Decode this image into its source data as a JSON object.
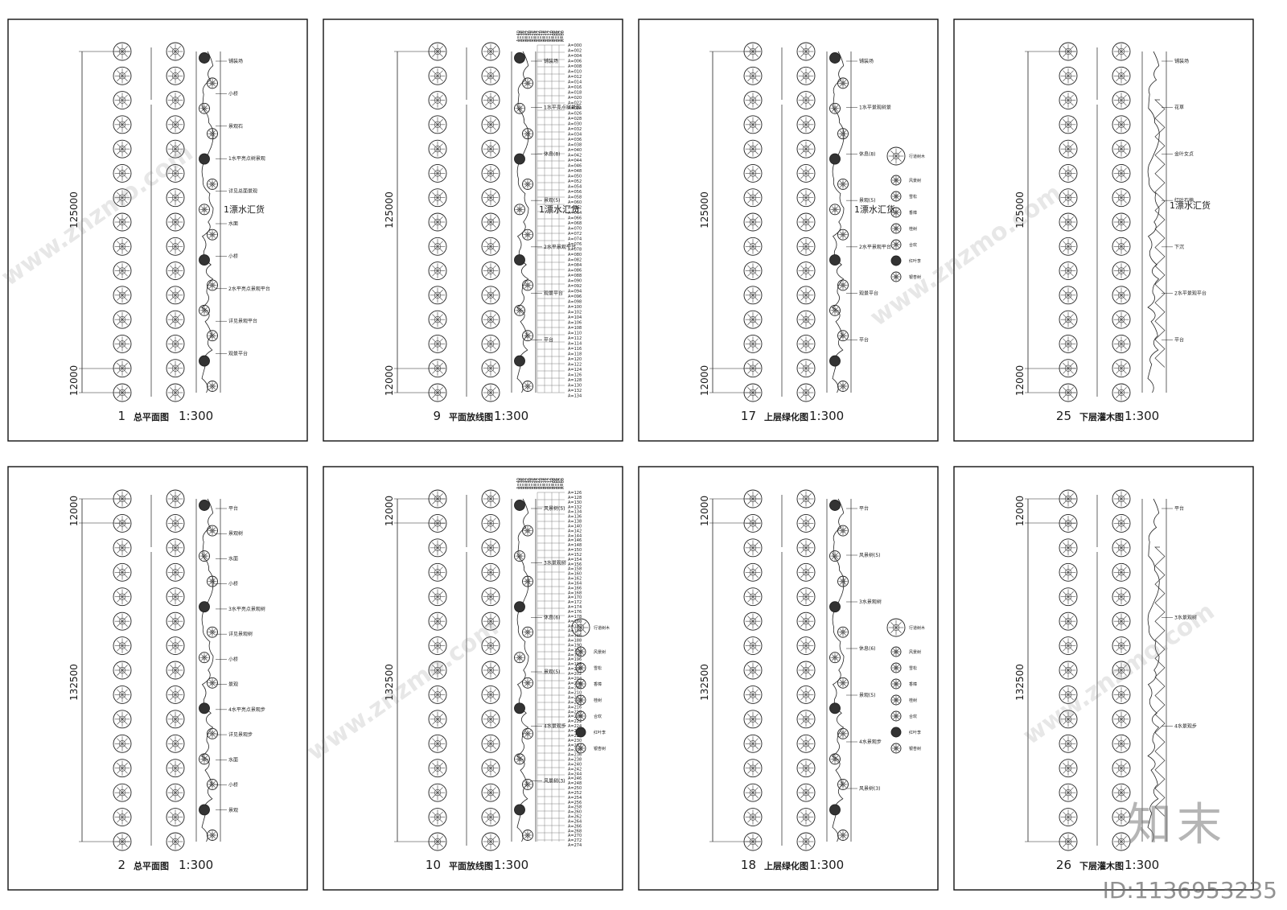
{
  "watermark": {
    "site": "www.znzmo.com",
    "brand": "知末",
    "id": "ID:1136953235"
  },
  "panels": [
    {
      "num": "1",
      "title": "总平面图",
      "scale": "1:300",
      "dim_big": "125000",
      "dim_small": "12000",
      "dim_small_pos": "bottom",
      "big_label": "1漂水汇货",
      "variant": "plan",
      "labels": [
        "铺装场",
        "小桥",
        "景观石",
        "1水平亮点树景观",
        "详见总面景观",
        "水面",
        "小桥",
        "2水平亮点景观平台",
        "详见景观平台",
        "观景平台"
      ]
    },
    {
      "num": "9",
      "title": "平面放线图",
      "scale": "1:300",
      "dim_big": "125000",
      "dim_small": "12000",
      "dim_small_pos": "bottom",
      "big_label": "1漂水汇货",
      "variant": "grid",
      "labels": [
        "铺装场",
        "1水平亮点树景观",
        "休息(8)",
        "景观(5)",
        "2水平景观平台",
        "观景平台",
        "平台"
      ],
      "grid_top": [
        "A=40",
        "A=38",
        "A=36",
        "A=34",
        "A=32",
        "A=30",
        "A=28",
        "A=26",
        "A=24",
        "A=22",
        "A=20",
        "A=18",
        "A=16",
        "A=14",
        "A=12",
        "A=10",
        "A=08",
        "A=06",
        "A=04",
        "A=02",
        "A=00"
      ],
      "grid_right": [
        "A=000",
        "A=002",
        "A=004",
        "A=006",
        "A=008",
        "A=010",
        "A=012",
        "A=014",
        "A=016",
        "A=018",
        "A=020",
        "A=022",
        "A=024",
        "A=026",
        "A=028",
        "A=030",
        "A=032",
        "A=034",
        "A=036",
        "A=038",
        "A=040",
        "A=042",
        "A=044",
        "A=046",
        "A=048",
        "A=050",
        "A=052",
        "A=054",
        "A=056",
        "A=058",
        "A=060",
        "A=062",
        "A=064",
        "A=066",
        "A=068",
        "A=070",
        "A=072",
        "A=074",
        "A=076",
        "A=078",
        "A=080",
        "A=082",
        "A=084",
        "A=086",
        "A=088",
        "A=090",
        "A=092",
        "A=094",
        "A=096",
        "A=098",
        "A=100",
        "A=102",
        "A=104",
        "A=106",
        "A=108",
        "A=110",
        "A=112",
        "A=114",
        "A=116",
        "A=118",
        "A=120",
        "A=122",
        "A=124",
        "A=126",
        "A=128",
        "A=130",
        "A=132",
        "A=134"
      ]
    },
    {
      "num": "17",
      "title": "上层绿化图",
      "scale": "1:300",
      "dim_big": "125000",
      "dim_small": "12000",
      "dim_small_pos": "bottom",
      "big_label": "1漂水汇货",
      "variant": "green",
      "labels": [
        "铺装场",
        "1水平景观树景",
        "休息(8)",
        "景观(5)",
        "2水平景观平台",
        "观景平台",
        "平台"
      ],
      "legend": [
        "行道树木",
        "风景树",
        "雪松",
        "香樟",
        "桂树",
        "合欢",
        "红叶李",
        "银杏树"
      ]
    },
    {
      "num": "25",
      "title": "下层灌木图",
      "scale": "1:300",
      "dim_big": "125000",
      "dim_small": "12000",
      "dim_small_pos": "bottom",
      "big_label": "1漂水汇货",
      "variant": "shrub",
      "labels": [
        "铺装场",
        "花草",
        "金叶女贞",
        "红叶石楠",
        "下沉",
        "2水平景观平台",
        "平台"
      ]
    },
    {
      "num": "2",
      "title": "总平面图",
      "scale": "1:300",
      "dim_big": "132500",
      "dim_small": "12000",
      "dim_small_pos": "top",
      "big_label": "",
      "variant": "plan2",
      "labels": [
        "平台",
        "景观树",
        "水面",
        "小桥",
        "3水平亮点景观树",
        "详见景观树",
        "小桥",
        "景观",
        "4水平亮点景观步",
        "详见景观步",
        "水面",
        "小桥",
        "景观"
      ]
    },
    {
      "num": "10",
      "title": "平面放线图",
      "scale": "1:300",
      "dim_big": "132500",
      "dim_small": "12000",
      "dim_small_pos": "top",
      "big_label": "",
      "variant": "grid2",
      "labels": [
        "风景树(5)",
        "3水景观树",
        "休息(6)",
        "景观(5)",
        "4水景观步",
        "风景树(3)"
      ],
      "grid_top": [
        "A=40",
        "A=38",
        "A=36",
        "A=34",
        "A=32",
        "A=30",
        "A=28",
        "A=26",
        "A=24",
        "A=22",
        "A=20",
        "A=18",
        "A=16",
        "A=14",
        "A=12",
        "A=10",
        "A=08",
        "A=06",
        "A=04",
        "A=02",
        "A=00"
      ],
      "grid_right": [
        "A=126",
        "A=128",
        "A=130",
        "A=132",
        "A=134",
        "A=136",
        "A=138",
        "A=140",
        "A=142",
        "A=144",
        "A=146",
        "A=148",
        "A=150",
        "A=152",
        "A=154",
        "A=156",
        "A=158",
        "A=160",
        "A=162",
        "A=164",
        "A=166",
        "A=168",
        "A=170",
        "A=172",
        "A=174",
        "A=176",
        "A=178",
        "A=180",
        "A=182",
        "A=184",
        "A=186",
        "A=188",
        "A=190",
        "A=192",
        "A=194",
        "A=196",
        "A=198",
        "A=200",
        "A=202",
        "A=204",
        "A=206",
        "A=208",
        "A=210",
        "A=212",
        "A=214",
        "A=216",
        "A=218",
        "A=220",
        "A=222",
        "A=224",
        "A=226",
        "A=228",
        "A=230",
        "A=232",
        "A=234",
        "A=236",
        "A=238",
        "A=240",
        "A=242",
        "A=244",
        "A=246",
        "A=248",
        "A=250",
        "A=252",
        "A=254",
        "A=256",
        "A=258",
        "A=260",
        "A=262",
        "A=264",
        "A=266",
        "A=268",
        "A=270",
        "A=272",
        "A=274"
      ],
      "legend": [
        "行道树木",
        "风景树",
        "雪松",
        "香樟",
        "桂树",
        "合欢",
        "红叶李",
        "银杏树"
      ]
    },
    {
      "num": "18",
      "title": "上层绿化图",
      "scale": "1:300",
      "dim_big": "132500",
      "dim_small": "12000",
      "dim_small_pos": "top",
      "big_label": "",
      "variant": "green2",
      "labels": [
        "平台",
        "风景树(5)",
        "3水景观树",
        "休息(6)",
        "景观(5)",
        "4水景观步",
        "风景树(3)"
      ],
      "legend": [
        "行道树木",
        "风景树",
        "雪松",
        "香樟",
        "桂树",
        "合欢",
        "红叶李",
        "银杏树"
      ]
    },
    {
      "num": "26",
      "title": "下层灌木图",
      "scale": "1:300",
      "dim_big": "132500",
      "dim_small": "12000",
      "dim_small_pos": "top",
      "big_label": "",
      "variant": "shrub2",
      "labels": [
        "平台",
        "3水景观树",
        "4水景观步"
      ]
    }
  ]
}
